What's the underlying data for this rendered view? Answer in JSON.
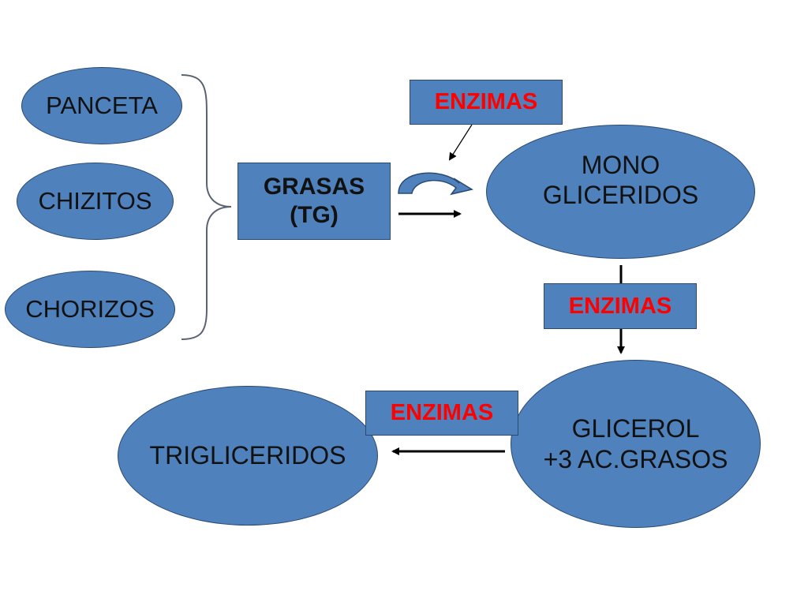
{
  "foods": {
    "panceta": "PANCETA",
    "chizitos": "CHIZITOS",
    "chorizos": "CHORIZOS"
  },
  "grasas": {
    "line1": "GRASAS",
    "line2": "(TG)"
  },
  "mono": {
    "line1": "MONO",
    "line2": "GLICERIDOS"
  },
  "glicerol": {
    "line1": "GLICEROL",
    "line2": "+3 AC.GRASOS"
  },
  "trigliceridos": "TRIGLICERIDOS",
  "enzimas": {
    "top": "ENZIMAS",
    "middle": "ENZIMAS",
    "bottom": "ENZIMAS"
  },
  "colors": {
    "node_fill": "#4f81bd",
    "node_border": "#2a4a72",
    "enzyme_text": "#ff0000"
  }
}
